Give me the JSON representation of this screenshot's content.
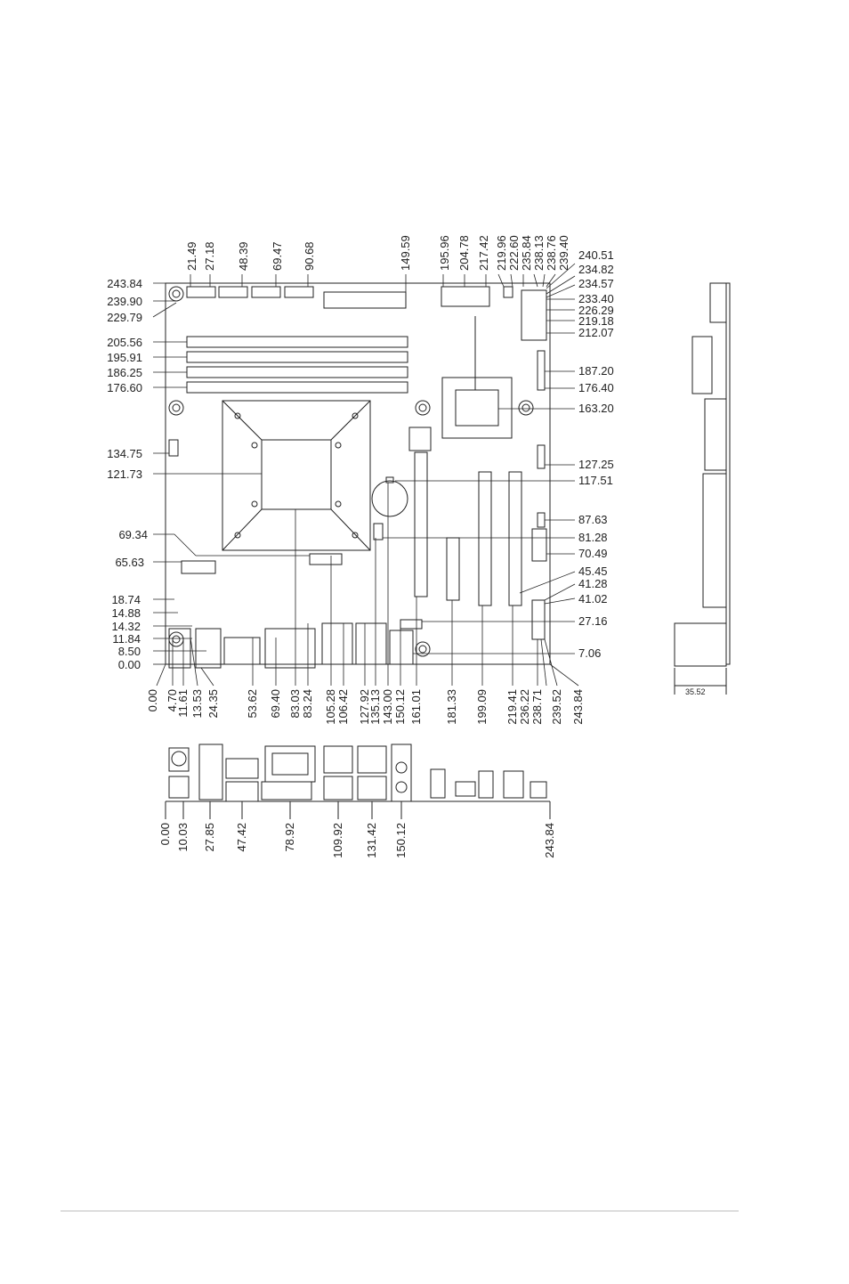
{
  "top_labels": [
    "21.49",
    "27.18",
    "48.39",
    "69.47",
    "90.68",
    "149.59",
    "195.96",
    "204.78",
    "217.42",
    "219.96",
    "222.60",
    "235.84",
    "238.13",
    "238.76",
    "239.40"
  ],
  "left_labels": [
    "243.84",
    "239.90",
    "229.79",
    "205.56",
    "195.91",
    "186.25",
    "176.60",
    "134.75",
    "121.73",
    "69.34",
    "65.63",
    "18.74",
    "14.88",
    "14.32",
    "11.84",
    "8.50",
    "0.00"
  ],
  "right_labels": [
    "240.51",
    "234.82",
    "234.57",
    "233.40",
    "226.29",
    "219.18",
    "212.07",
    "187.20",
    "176.40",
    "163.20",
    "127.25",
    "117.51",
    "87.63",
    "81.28",
    "70.49",
    "45.45",
    "41.28",
    "41.02",
    "27.16",
    "7.06"
  ],
  "bottom_labels": [
    "0.00",
    "4.70",
    "11.61",
    "13.53",
    "24.35",
    "53.62",
    "69.40",
    "83.03",
    "83.24",
    "105.28",
    "106.42",
    "127.92",
    "135.13",
    "143.00",
    "150.12",
    "161.01",
    "181.33",
    "199.09",
    "219.41",
    "236.22",
    "238.71",
    "239.52",
    "243.84"
  ],
  "io_labels": [
    "0.00",
    "10.03",
    "27.85",
    "47.42",
    "78.92",
    "109.92",
    "131.42",
    "150.12",
    "243.84"
  ],
  "side_width": "35.52"
}
